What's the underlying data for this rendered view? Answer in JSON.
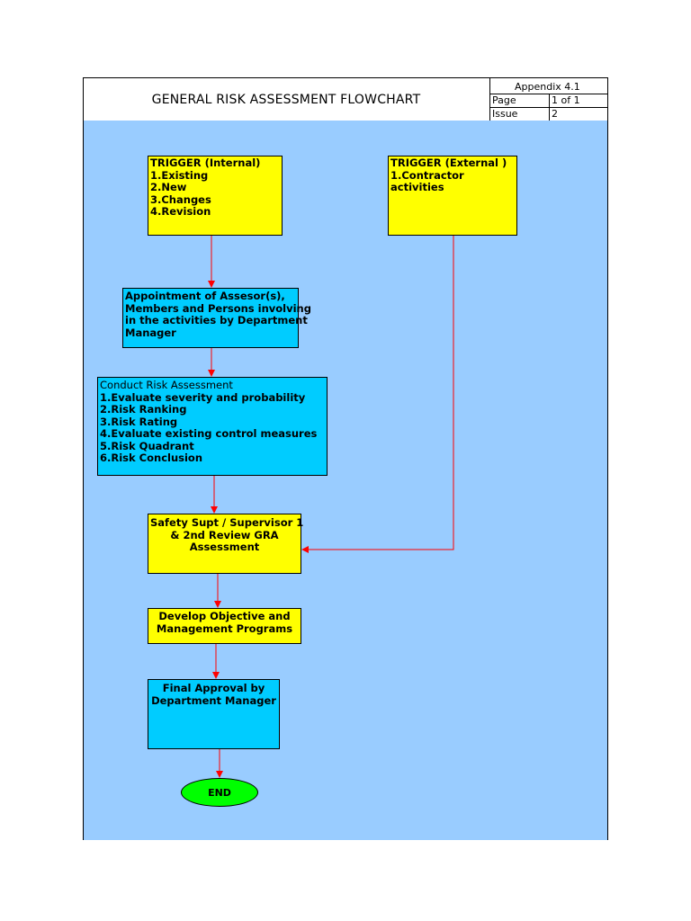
{
  "header": {
    "title": "GENERAL RISK ASSESSMENT FLOWCHART",
    "appendix": "Appendix 4.1",
    "page_label": "Page",
    "page_value": "1 of 1",
    "issue_label": "Issue",
    "issue_value": "2"
  },
  "nodes": {
    "trigger_internal": {
      "lines": [
        "TRIGGER (Internal)",
        "1.Existing",
        "2.New",
        "3.Changes",
        "4.Revision"
      ]
    },
    "trigger_external": {
      "lines": [
        "TRIGGER (External )",
        "1.Contractor",
        "activities"
      ]
    },
    "appointment": {
      "lines": [
        "Appointment of  Assesor(s),",
        "Members and Persons involving",
        "in the activities by Department",
        "Manager"
      ]
    },
    "conduct": {
      "lines": [
        "Conduct Risk Assessment",
        "1.Evaluate severity and probability",
        "2.Risk Ranking",
        "3.Risk Rating",
        "4.Evaluate existing control measures",
        "5.Risk Quadrant",
        "6.Risk Conclusion"
      ]
    },
    "review": {
      "lines": [
        "Safety  Supt / Supervisor 1",
        "& 2nd Review GRA",
        "Assessment"
      ]
    },
    "develop": {
      "lines": [
        "Develop Objective and",
        "Management Programs"
      ]
    },
    "final": {
      "lines": [
        "Final Approval by",
        "Department Manager"
      ]
    },
    "end": {
      "label": "END"
    }
  },
  "colors": {
    "background": "#99ccff",
    "trigger": "#ffff00",
    "process": "#00ccff",
    "end": "#00ff00",
    "arrow": "#ff0000"
  }
}
